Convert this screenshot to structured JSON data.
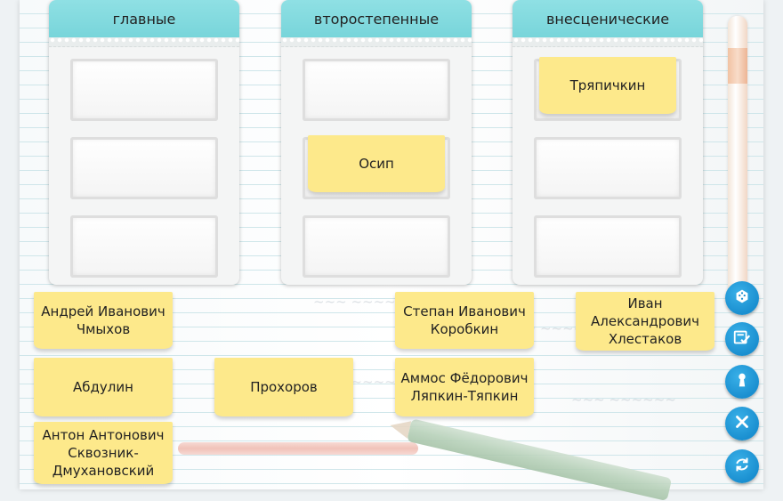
{
  "columns": [
    {
      "title": "главные"
    },
    {
      "title": "второстепенные"
    },
    {
      "title": "внесценические"
    }
  ],
  "placed_cards": {
    "col2_slot2": "Осип",
    "col3_slot1": "Тряпичкин"
  },
  "cards": {
    "chmykhov": "Андрей Иванович Чмыхов",
    "abdulin": "Абдулин",
    "skvoznik": "Антон Антонович Сквозник-Дмухановский",
    "prokhorov": "Прохоров",
    "korobkin": "Степан Иванович Коробкин",
    "lyapkin": "Аммос Фёдорович Ляпкин-Тяпкин",
    "khlestakov": "Иван Александрович Хлестаков"
  },
  "tools": [
    "dice-icon",
    "check-list-icon",
    "keyhole-icon",
    "close-icon",
    "refresh-icon"
  ],
  "colors": {
    "header": "#78d5da",
    "card": "#fde98b",
    "tool": "#1a8fd0"
  }
}
